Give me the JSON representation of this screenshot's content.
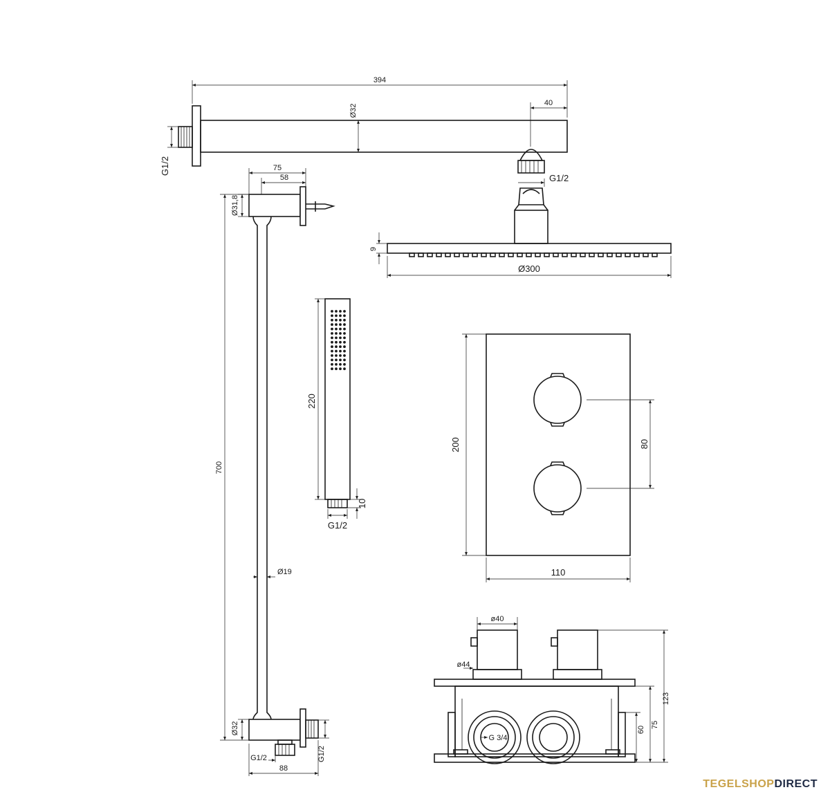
{
  "dimensions": {
    "arm_length": "394",
    "arm_diameter": "Ø32",
    "arm_end_offset": "40",
    "arm_wall_thread": "G1/2",
    "arm_head_thread": "G1/2",
    "head_thickness": "9",
    "head_diameter": "Ø300",
    "rail_bracket_depth": "75",
    "rail_bracket_inner": "58",
    "rail_top_diameter": "Ø31,8",
    "rail_length": "700",
    "rail_tube_diameter": "Ø19",
    "rail_bottom_diameter": "Ø32",
    "rail_outlet_thread": "G1/2",
    "rail_side_thread": "G1/2",
    "rail_bottom_depth": "88",
    "hand_length": "220",
    "hand_connector": "10",
    "hand_thread": "G1/2",
    "plate_height": "200",
    "plate_width": "110",
    "knob_spacing": "80",
    "box_knob_diameter": "ø40",
    "box_rosette_diameter": "ø44",
    "box_total_depth": "123",
    "box_depth": "75",
    "box_body_depth": "60",
    "box_inlet_thread": "G 3/4"
  },
  "brand": {
    "part1": "TEGEL",
    "part2": "SHOP",
    "part3": "DIRECT",
    "color1": "#c9a24a",
    "color2": "#c9a24a",
    "color3": "#1f2a44"
  }
}
